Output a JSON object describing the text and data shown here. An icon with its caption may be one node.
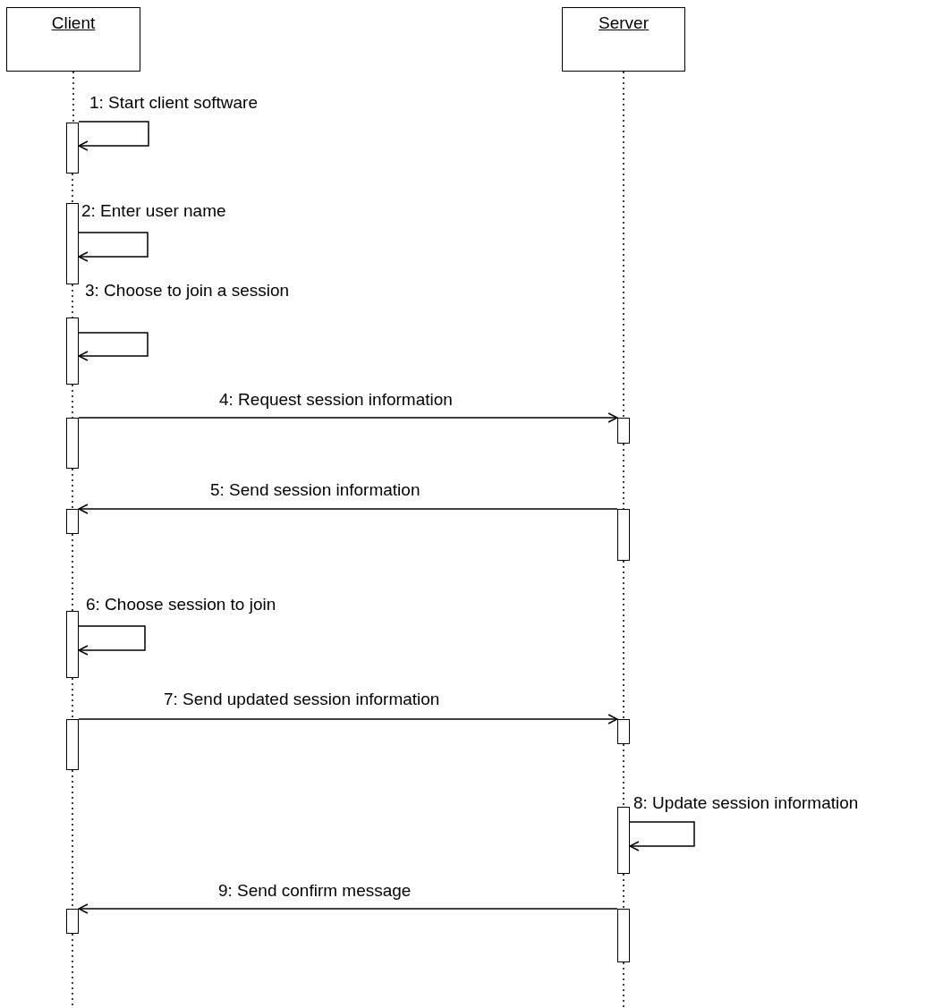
{
  "diagram": {
    "nodes": [
      {
        "text": [
          "Client"
        ]
      },
      {
        "text": [
          "Server"
        ]
      },
      {
        "text": [],
        "shape": "bar"
      },
      {
        "text": [],
        "shape": "bar"
      },
      {
        "text": [],
        "shape": "bar"
      },
      {
        "text": [],
        "shape": "bar"
      },
      {
        "text": [],
        "shape": "bar"
      },
      {
        "text": [],
        "shape": "bar"
      },
      {
        "text": [],
        "shape": "bar"
      },
      {
        "text": [],
        "shape": "bar"
      },
      {
        "text": [],
        "shape": "bar"
      },
      {
        "text": [],
        "shape": "bar"
      },
      {
        "text": [],
        "shape": "bar"
      },
      {
        "text": [],
        "shape": "bar"
      },
      {
        "text": [],
        "shape": "bar"
      }
    ],
    "edges": [
      {
        "from": 2,
        "to": 2,
        "arrow": "to",
        "label": "1: Start client software"
      },
      {
        "from": 3,
        "to": 3,
        "arrow": "to",
        "label": "2: Enter user name"
      },
      {
        "from": 4,
        "to": 4,
        "arrow": "to",
        "label": "3: Choose to join a session"
      },
      {
        "from": 5,
        "to": 6,
        "arrow": "to",
        "label": "4: Request session information"
      },
      {
        "from": 8,
        "to": 7,
        "arrow": "to",
        "label": "5: Send session information"
      },
      {
        "from": 9,
        "to": 9,
        "arrow": "to",
        "label": "6: Choose session to join"
      },
      {
        "from": 10,
        "to": 11,
        "arrow": "to",
        "label": "7: Send updated session information"
      },
      {
        "from": 12,
        "to": 12,
        "arrow": "to",
        "label": "8: Update session information"
      },
      {
        "from": 14,
        "to": 13,
        "arrow": "to",
        "label": "9: Send confirm message"
      },
      {
        "from": 0,
        "to": 2,
        "arrow": "none",
        "style": "dashed"
      },
      {
        "from": 2,
        "to": 3,
        "arrow": "none",
        "style": "dashed"
      },
      {
        "from": 3,
        "to": 4,
        "arrow": "none",
        "style": "dashed"
      },
      {
        "from": 4,
        "to": 5,
        "arrow": "none",
        "style": "dashed"
      },
      {
        "from": 5,
        "to": 7,
        "arrow": "none",
        "style": "dashed"
      },
      {
        "from": 7,
        "to": 9,
        "arrow": "none",
        "style": "dashed"
      },
      {
        "from": 9,
        "to": 10,
        "arrow": "none",
        "style": "dashed"
      },
      {
        "from": 10,
        "to": 13,
        "arrow": "none",
        "style": "dashed"
      },
      {
        "from": 13,
        "to": null,
        "arrow": "none",
        "style": "dashed"
      },
      {
        "from": 1,
        "to": 6,
        "arrow": "none",
        "style": "dashed"
      },
      {
        "from": 6,
        "to": 8,
        "arrow": "none",
        "style": "dashed"
      },
      {
        "from": 8,
        "to": 11,
        "arrow": "none",
        "style": "dashed"
      },
      {
        "from": 11,
        "to": 12,
        "arrow": "none",
        "style": "dashed"
      },
      {
        "from": 12,
        "to": 14,
        "arrow": "none",
        "style": "dashed"
      },
      {
        "from": 14,
        "to": null,
        "arrow": "none",
        "style": "dashed"
      }
    ]
  }
}
